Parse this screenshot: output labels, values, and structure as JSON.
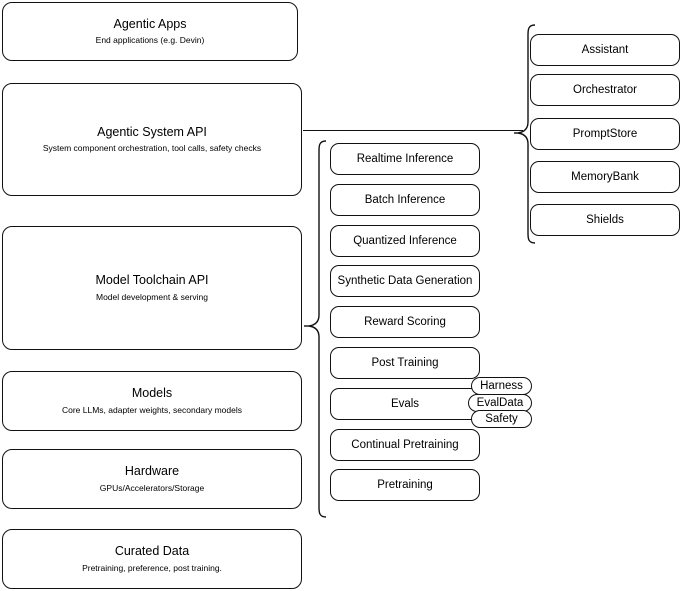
{
  "diagram": {
    "title": "LLM Stack Layers Architecture Diagram",
    "stroke_color": "#111111",
    "background_color": "#ffffff"
  },
  "stack_layers": [
    {
      "id": "agentic-apps",
      "title": "Agentic Apps",
      "subtitle": "End applications (e.g. Devin)"
    },
    {
      "id": "agentic-system-api",
      "title": "Agentic System API",
      "subtitle": "System component orchestration, tool calls, safety checks"
    },
    {
      "id": "model-toolchain-api",
      "title": "Model Toolchain API",
      "subtitle": "Model development & serving"
    },
    {
      "id": "models",
      "title": "Models",
      "subtitle": "Core LLMs, adapter weights, secondary models"
    },
    {
      "id": "hardware",
      "title": "Hardware",
      "subtitle": "GPUs/Accelerators/Storage"
    },
    {
      "id": "curated-data",
      "title": "Curated Data",
      "subtitle": "Pretraining, preference, post training."
    }
  ],
  "toolchain_components": [
    {
      "id": "realtime-inference",
      "label": "Realtime Inference"
    },
    {
      "id": "batch-inference",
      "label": "Batch Inference"
    },
    {
      "id": "quantized-inference",
      "label": "Quantized Inference"
    },
    {
      "id": "synthetic-data-generation",
      "label": "Synthetic Data Generation"
    },
    {
      "id": "reward-scoring",
      "label": "Reward Scoring"
    },
    {
      "id": "post-training",
      "label": "Post Training"
    },
    {
      "id": "evals",
      "label": "Evals"
    },
    {
      "id": "continual-pretraining",
      "label": "Continual Pretraining"
    },
    {
      "id": "pretraining",
      "label": "Pretraining"
    }
  ],
  "evals_subcomponents": [
    {
      "id": "harness",
      "label": "Harness"
    },
    {
      "id": "evaldata",
      "label": "EvalData"
    },
    {
      "id": "safety",
      "label": "Safety"
    }
  ],
  "agentic_system_components": [
    {
      "id": "assistant",
      "label": "Assistant"
    },
    {
      "id": "orchestrator",
      "label": "Orchestrator"
    },
    {
      "id": "promptstore",
      "label": "PromptStore"
    },
    {
      "id": "memorybank",
      "label": "MemoryBank"
    },
    {
      "id": "shields",
      "label": "Shields"
    }
  ]
}
